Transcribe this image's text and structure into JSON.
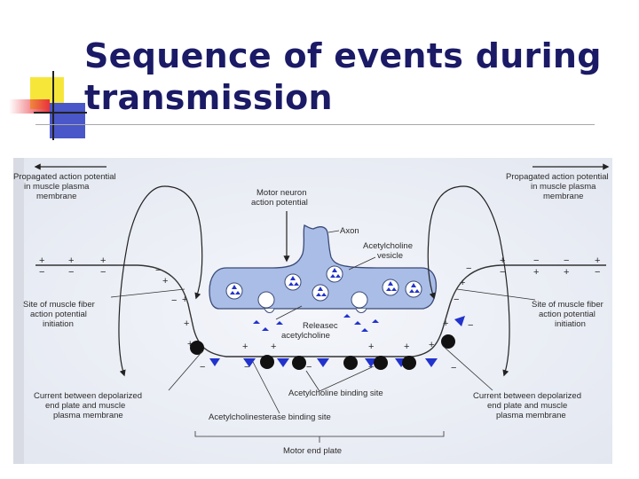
{
  "slide": {
    "title_line1": "Sequence of events during",
    "title_line2": "transmission"
  },
  "diagram": {
    "labels": {
      "propagated_left_1": "Propagated action potential",
      "propagated_left_2": "in muscle plasma",
      "propagated_left_3": "membrane",
      "propagated_right_1": "Propagated action potential",
      "propagated_right_2": "in muscle plasma",
      "propagated_right_3": "membrane",
      "motor_neuron_1": "Motor neuron",
      "motor_neuron_2": "action potential",
      "axon": "Axon",
      "vesicle_1": "Acetylcholine",
      "vesicle_2": "vesicle",
      "site_left_1": "Site of muscle fiber",
      "site_left_2": "action potential",
      "site_left_3": "initiation",
      "site_right_1": "Site of muscle fiber",
      "site_right_2": "action potential",
      "site_right_3": "initiation",
      "released_1": "Releasec",
      "released_2": "acetylcholine",
      "binding": "Acetylcholine binding site",
      "current_left_1": "Current between depolarized",
      "current_left_2": "end plate and muscle",
      "current_left_3": "plasma membrane",
      "current_right_1": "Current between depolarized",
      "current_right_2": "end plate and muscle",
      "current_right_3": "plasma membrane",
      "esterase": "Acetylcholinesterase binding site",
      "end_plate": "Motor end plate"
    },
    "colors": {
      "axon_fill": "#a9bde6",
      "axon_stroke": "#3a4a78",
      "binding_site": "#2233cc",
      "esterase_site": "#111111",
      "title": "#1a1a66",
      "deco_yellow": "#f7e63a",
      "deco_red": "#e8323c",
      "deco_blue": "#4a57c8"
    }
  }
}
